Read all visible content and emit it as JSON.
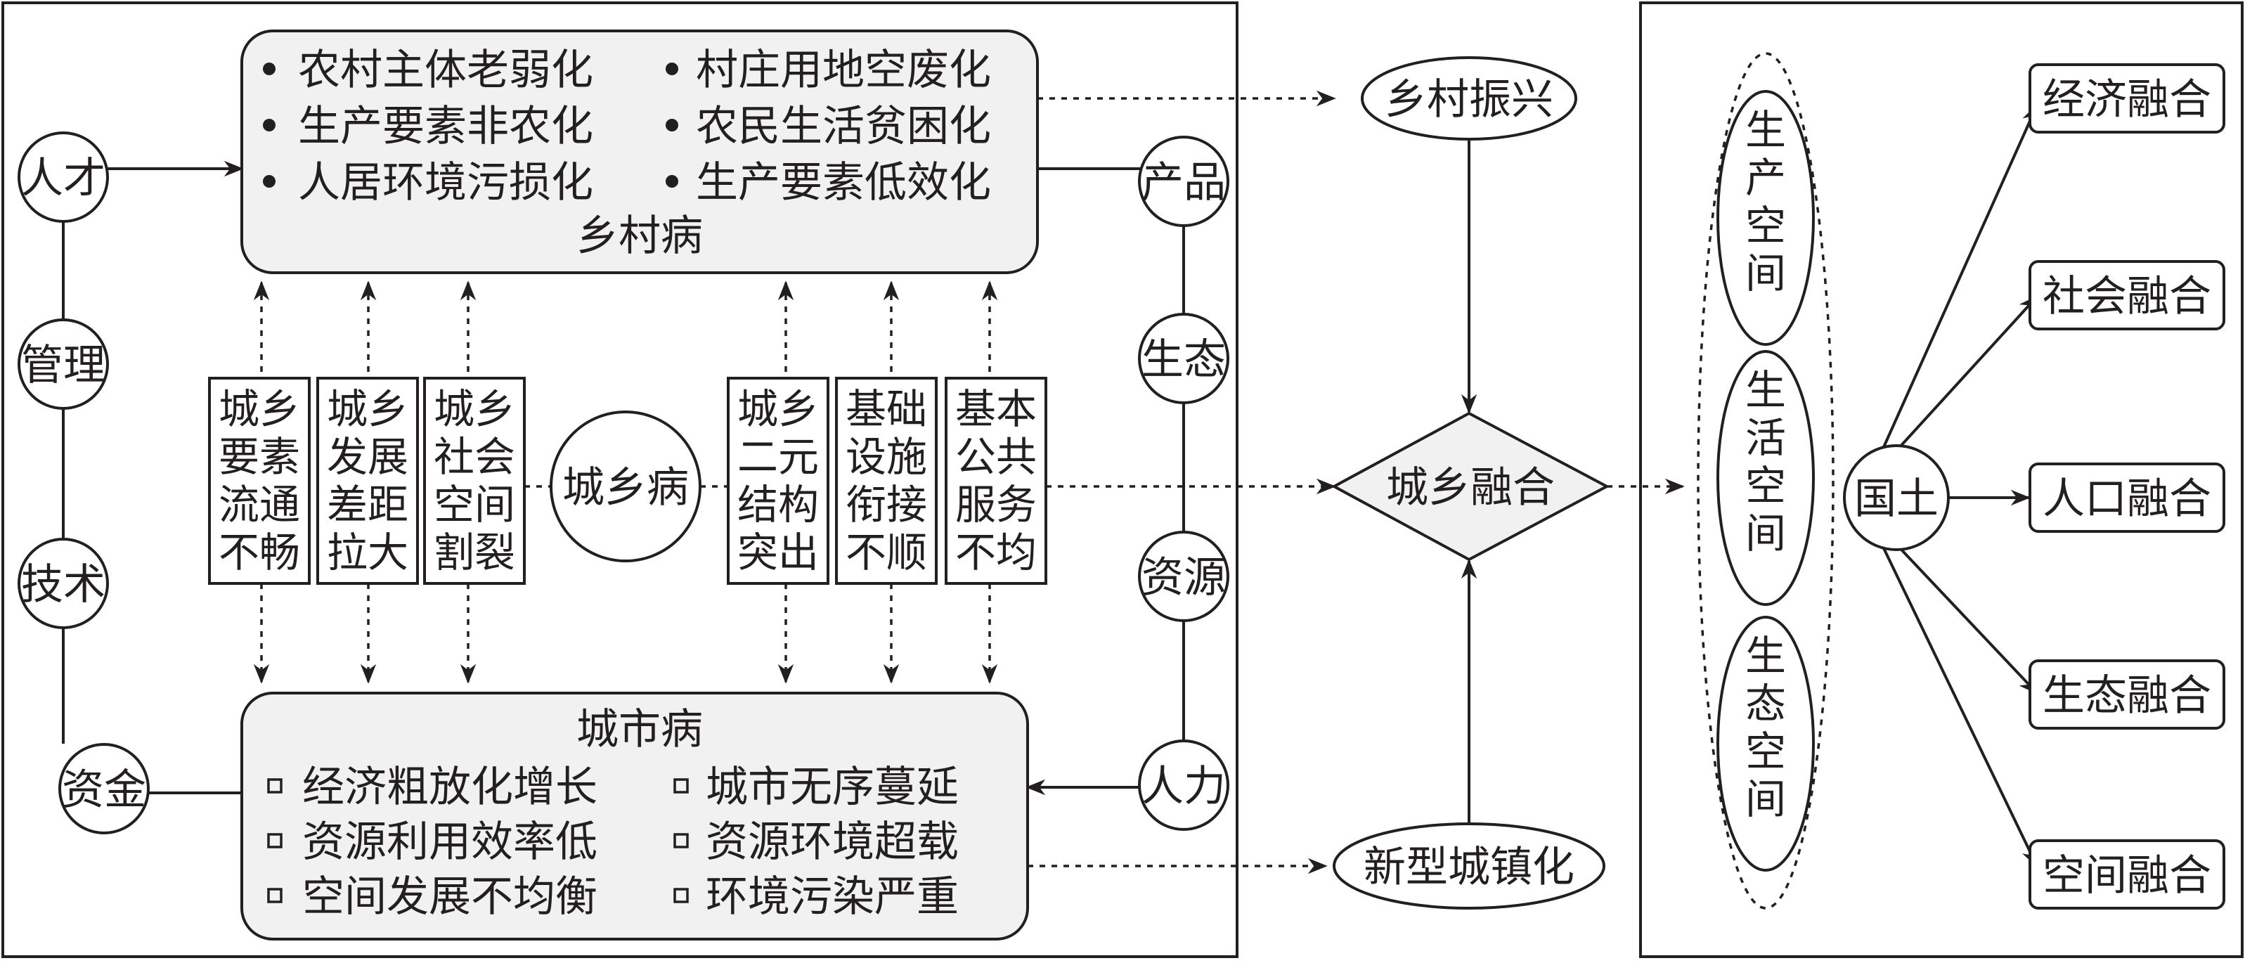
{
  "rural": {
    "items": [
      "农村主体老弱化",
      "村庄用地空废化",
      "生产要素非农化",
      "农民生活贫困化",
      "人居环境污损化",
      "生产要素低效化"
    ],
    "title": "乡村病"
  },
  "urban": {
    "title": "城市病",
    "items": [
      "经济粗放化增长",
      "城市无序蔓延",
      "资源利用效率低",
      "资源环境超载",
      "空间发展不均衡",
      "环境污染严重"
    ]
  },
  "left_factors": [
    "人才",
    "管理",
    "技术",
    "资金"
  ],
  "right_factors": [
    "产品",
    "生态",
    "资源",
    "人力"
  ],
  "center": {
    "label": "城乡病"
  },
  "issues_left": [
    [
      "城乡",
      "要素",
      "流通",
      "不畅"
    ],
    [
      "城乡",
      "发展",
      "差距",
      "拉大"
    ],
    [
      "城乡",
      "社会",
      "空间",
      "割裂"
    ]
  ],
  "issues_right": [
    [
      "城乡",
      "二元",
      "结构",
      "突出"
    ],
    [
      "基础",
      "设施",
      "衔接",
      "不顺"
    ],
    [
      "基本",
      "公共",
      "服务",
      "不均"
    ]
  ],
  "middle": {
    "rural_revival": "乡村振兴",
    "integration": "城乡融合",
    "new_urbanization": "新型城镇化"
  },
  "spaces": [
    [
      "生",
      "产",
      "空",
      "间"
    ],
    [
      "生",
      "活",
      "空",
      "间"
    ],
    [
      "生",
      "态",
      "空",
      "间"
    ]
  ],
  "land": "国土",
  "fusions": [
    "经济融合",
    "社会融合",
    "人口融合",
    "生态融合",
    "空间融合"
  ]
}
